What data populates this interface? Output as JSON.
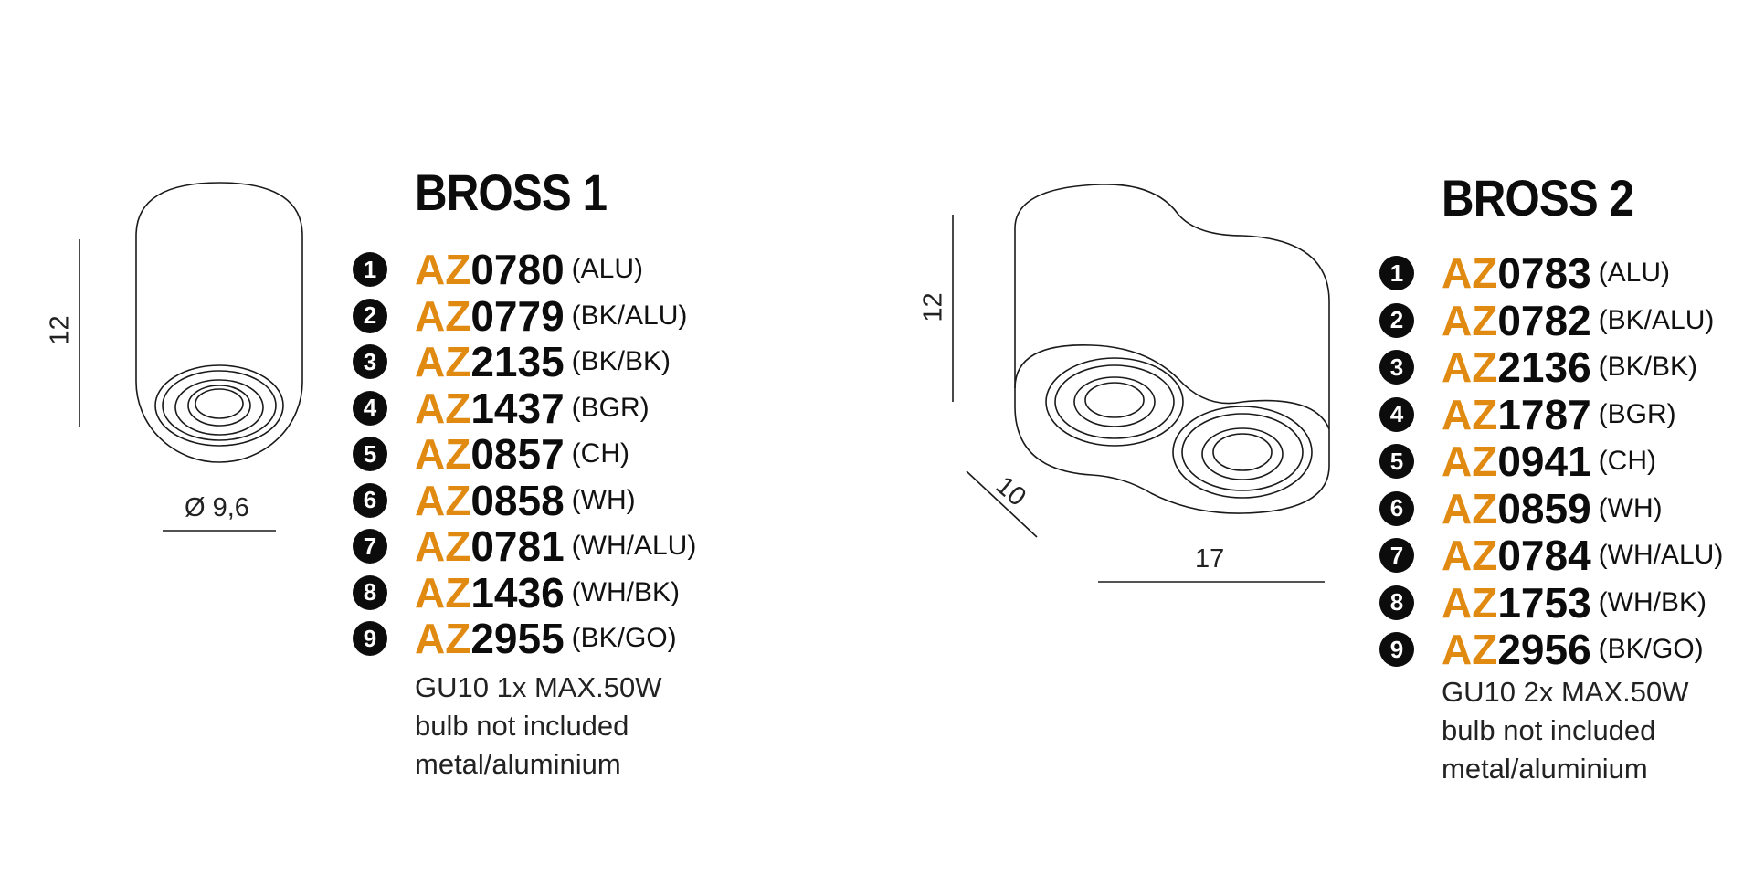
{
  "products": [
    {
      "title": "BROSS 1",
      "dims": {
        "height": "12",
        "diameter": "Ø 9,6"
      },
      "items": [
        {
          "num": "1",
          "prefix": "AZ",
          "code": "0780",
          "variant": "(ALU)"
        },
        {
          "num": "2",
          "prefix": "AZ",
          "code": "0779",
          "variant": "(BK/ALU)"
        },
        {
          "num": "3",
          "prefix": "AZ",
          "code": "2135",
          "variant": "(BK/BK)"
        },
        {
          "num": "4",
          "prefix": "AZ",
          "code": "1437",
          "variant": "(BGR)"
        },
        {
          "num": "5",
          "prefix": "AZ",
          "code": "0857",
          "variant": "(CH)"
        },
        {
          "num": "6",
          "prefix": "AZ",
          "code": "0858",
          "variant": "(WH)"
        },
        {
          "num": "7",
          "prefix": "AZ",
          "code": "0781",
          "variant": "(WH/ALU)"
        },
        {
          "num": "8",
          "prefix": "AZ",
          "code": "1436",
          "variant": "(WH/BK)"
        },
        {
          "num": "9",
          "prefix": "AZ",
          "code": "2955",
          "variant": "(BK/GO)"
        }
      ],
      "specs": [
        "GU10 1x MAX.50W",
        "bulb not included",
        "metal/aluminium"
      ]
    },
    {
      "title": "BROSS 2",
      "dims": {
        "height": "12",
        "depth": "10",
        "width": "17"
      },
      "items": [
        {
          "num": "1",
          "prefix": "AZ",
          "code": "0783",
          "variant": "(ALU)"
        },
        {
          "num": "2",
          "prefix": "AZ",
          "code": "0782",
          "variant": "(BK/ALU)"
        },
        {
          "num": "3",
          "prefix": "AZ",
          "code": "2136",
          "variant": "(BK/BK)"
        },
        {
          "num": "4",
          "prefix": "AZ",
          "code": "1787",
          "variant": "(BGR)"
        },
        {
          "num": "5",
          "prefix": "AZ",
          "code": "0941",
          "variant": "(CH)"
        },
        {
          "num": "6",
          "prefix": "AZ",
          "code": "0859",
          "variant": "(WH)"
        },
        {
          "num": "7",
          "prefix": "AZ",
          "code": "0784",
          "variant": "(WH/ALU)"
        },
        {
          "num": "8",
          "prefix": "AZ",
          "code": "1753",
          "variant": "(WH/BK)"
        },
        {
          "num": "9",
          "prefix": "AZ",
          "code": "2956",
          "variant": "(BK/GO)"
        }
      ],
      "specs": [
        "GU10 2x MAX.50W",
        "bulb not included",
        "metal/aluminium"
      ]
    }
  ],
  "colors": {
    "code_prefix": "#e08a12",
    "text": "#0c0c0c"
  }
}
